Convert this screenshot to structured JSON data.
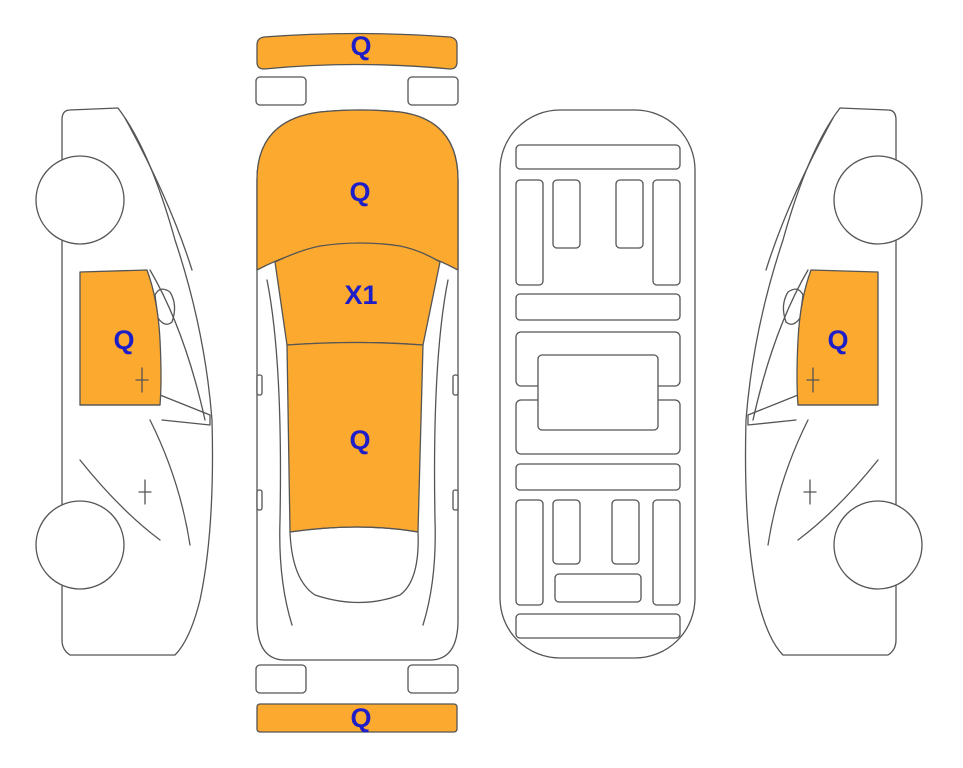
{
  "colors": {
    "highlight": "#FBA92F",
    "code_text": "#1E1EC8",
    "outline": "#555555"
  },
  "panels": {
    "front_bumper": {
      "code": "Q"
    },
    "hood": {
      "code": "Q"
    },
    "windshield": {
      "code": "X1"
    },
    "roof": {
      "code": "Q"
    },
    "rear_bumper": {
      "code": "Q"
    },
    "left_front_door": {
      "code": "Q"
    },
    "right_front_door": {
      "code": "Q"
    }
  }
}
